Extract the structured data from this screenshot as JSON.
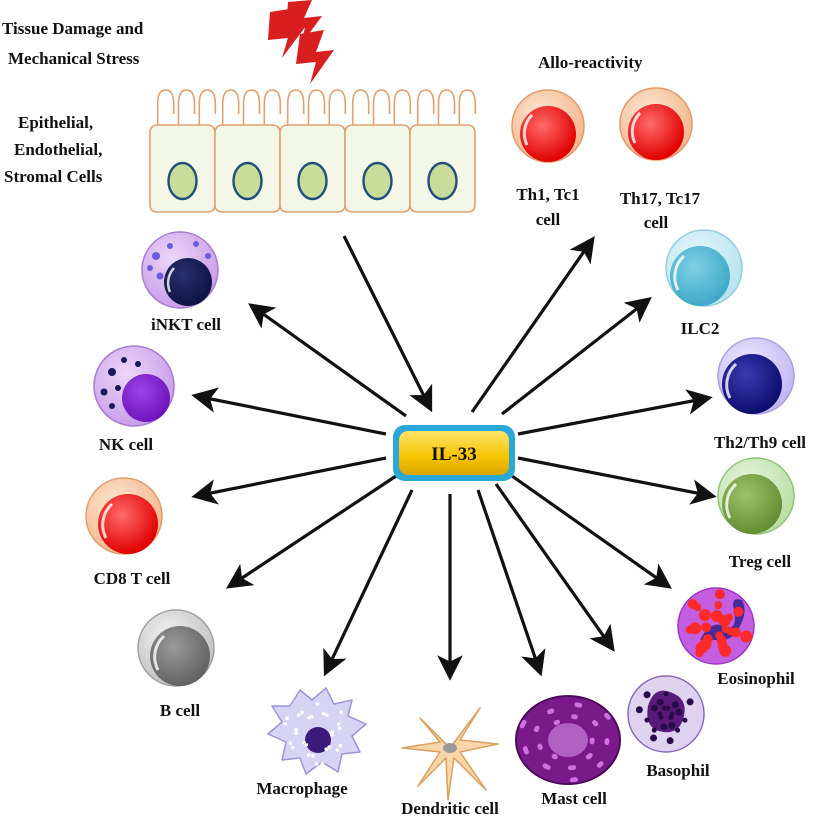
{
  "header": {
    "stress_line1": "Tissue Damage and",
    "stress_line2": "Mechanical Stress",
    "cells_line1": "Epithelial,",
    "cells_line2": "Endothelial,",
    "cells_line3": "Stromal Cells",
    "allo": "Allo-reactivity"
  },
  "center": {
    "label": "IL-33"
  },
  "cells": {
    "th1": {
      "line1": "Th1, Tc1",
      "line2": "cell"
    },
    "th17": {
      "line1": "Th17, Tc17",
      "line2": "cell"
    },
    "ilc2": "ILC2",
    "th2": "Th2/Th9 cell",
    "treg": "Treg cell",
    "eosinophil": "Eosinophil",
    "basophil": "Basophil",
    "mast": "Mast cell",
    "dendritic": "Dendritic cell",
    "macrophage": "Macrophage",
    "bcell": "B cell",
    "cd8": "CD8 T cell",
    "nk": "NK cell",
    "inkt": "iNKT cell"
  },
  "colors": {
    "center_fill": "#f6c400",
    "center_border": "#29a8d8",
    "arrow": "#111111",
    "lightning": "#d81e1e",
    "epithelium_fill": "#f3f7e8",
    "epithelium_border": "#e0a070",
    "nucleus_fill": "#c9dc9a",
    "nucleus_border": "#1f4f7a"
  }
}
